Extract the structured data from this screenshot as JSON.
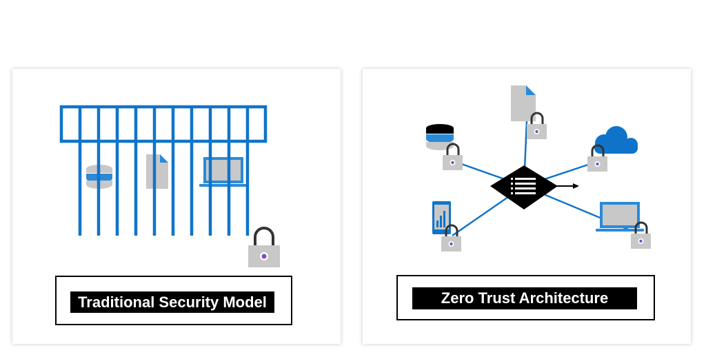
{
  "panels": [
    {
      "caption": "Traditional Security Model"
    },
    {
      "caption": "Zero Trust Architecture"
    }
  ],
  "colors": {
    "accent_blue": "#0f74c9",
    "light_blue": "#2a8ad8",
    "gray": "#c8c8c8",
    "lock_shackle": "#333333",
    "keyhole": "#7b4fc9",
    "black": "#000000"
  },
  "icons": {
    "left": [
      "cage-bars",
      "database-icon",
      "document-icon",
      "laptop-icon",
      "padlock-icon"
    ],
    "right": [
      "document-icon",
      "database-icon",
      "cloud-icon",
      "policy-hub-icon",
      "mobile-icon",
      "laptop-icon",
      "padlock-icon"
    ]
  }
}
